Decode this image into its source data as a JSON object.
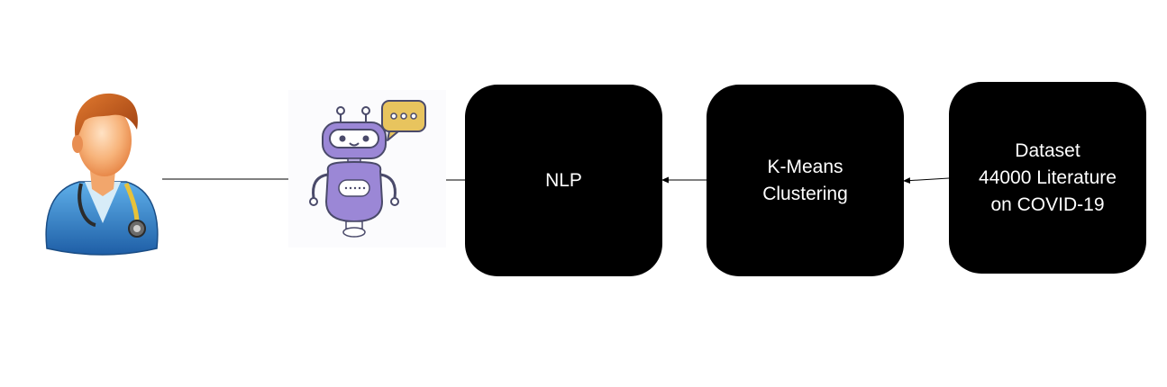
{
  "figures": {
    "doctor": {
      "icon": "doctor-user-icon"
    },
    "chatbot": {
      "icon": "chatbot-robot-icon"
    }
  },
  "blocks": {
    "nlp": {
      "lines": [
        "NLP"
      ]
    },
    "kmeans": {
      "lines": [
        "K-Means",
        "Clustering"
      ]
    },
    "dataset": {
      "lines": [
        "Dataset",
        "44000 Literature",
        "on COVID-19"
      ]
    }
  },
  "colors": {
    "block_fill": "#000000",
    "block_text": "#ffffff",
    "arrow": "#000000",
    "robot_body": "#9b87d6",
    "robot_outline": "#4a4a6a",
    "speech_bubble": "#e6c35c",
    "doctor_coat": "#2f7fc8",
    "doctor_skin": "#f3a46a",
    "doctor_hair": "#c0551a"
  }
}
